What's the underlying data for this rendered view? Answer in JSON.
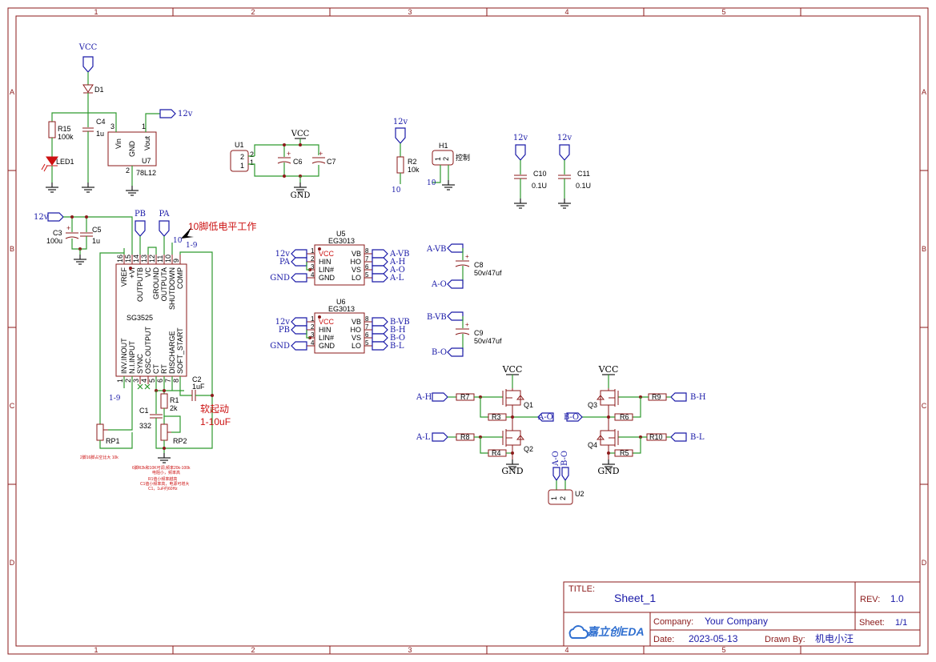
{
  "frame": {
    "columns": [
      "1",
      "2",
      "3",
      "4",
      "5"
    ],
    "rows": [
      "A",
      "B",
      "C",
      "D"
    ]
  },
  "title_block": {
    "title_label": "TITLE:",
    "title": "Sheet_1",
    "rev_label": "REV:",
    "rev": "1.0",
    "company_label": "Company:",
    "company": "Your Company",
    "sheet_label": "Sheet:",
    "sheet": "1/1",
    "date_label": "Date:",
    "date": "2023-05-13",
    "drawn_label": "Drawn By:",
    "drawn_by": "机电小汪",
    "logo_text": "嘉立创EDA"
  },
  "power": {
    "vcc": "VCC",
    "gnd": "GND",
    "v12": "12v"
  },
  "regulator": {
    "d1": "D1",
    "r15": "R15",
    "r15_val": "100k",
    "c4": "C4",
    "c4_val": "1u",
    "led": "LED1",
    "u7": "U7",
    "u7_val": "78L12",
    "pin_vin": "Vin",
    "pin_gnd": "GND",
    "pin_vout": "Vout",
    "p3": "3",
    "p2": "2",
    "p1": "1"
  },
  "connector_u1": {
    "ref": "U1",
    "p1": "1",
    "p2": "2",
    "c6": "C6",
    "c7": "C7"
  },
  "r2_block": {
    "net_top": "12v",
    "ref": "R2",
    "val": "10k",
    "net_bot": "10"
  },
  "h1_block": {
    "ref": "H1",
    "p1": "1",
    "p2": "2",
    "label": "控制",
    "net": "10"
  },
  "decoupling": {
    "c10": "C10",
    "c10_val": "0.1U",
    "c11": "C11",
    "c11_val": "0.1U"
  },
  "sg3525": {
    "ref": "SG3525",
    "top_pins": [
      "16",
      "15",
      "14",
      "13",
      "12",
      "11",
      "10",
      "9"
    ],
    "top_names": [
      "VREF",
      "+VI",
      "OUTPUTB",
      "VC",
      "GROUND",
      "OUTPUTA",
      "SHUTDOWN",
      "COMP"
    ],
    "bot_pins": [
      "1",
      "2",
      "3",
      "4",
      "5",
      "6",
      "7",
      "8"
    ],
    "bot_names": [
      "INV.INOUT",
      "N.I.INPUT",
      "SYNC",
      "OSC.OUTPUT",
      "CT",
      "RT",
      "DISCHARGE",
      "SOFT_START"
    ],
    "c3": "C3",
    "c3_val": "100u",
    "c5": "C5",
    "c5_val": "1u",
    "pb": "PB",
    "pa": "PA",
    "net10": "10",
    "net19a": "1-9",
    "net19b": "1-9",
    "note_pin10": "10脚低电平工作",
    "c2": "C2",
    "c2_val": "1uF",
    "softstart_1": "软起动",
    "softstart_2": "1-10uF",
    "r1": "R1",
    "r1_val": "2k",
    "c1": "C1",
    "c1_val": "332",
    "rp1": "RP1",
    "rp2": "RP2",
    "note_rp1": "2脚16脚占空比大 10k",
    "note_freq_1": "6脚R2k和10K可调,频率20k-100k",
    "note_freq_2": "电阻小，频率高",
    "note_freq_3": "R1值小频率越高",
    "note_freq_4": "C1值小频率高，电源可增大",
    "note_freq_5": "C1，1uF约60Hz"
  },
  "u5": {
    "ref": "U5",
    "part": "EG3013",
    "left_nets": [
      "12v",
      "PA",
      "",
      "GND"
    ],
    "left_pins": [
      "1",
      "2",
      "3",
      "4"
    ],
    "left_names": [
      "VCC",
      "HIN",
      "LIN#",
      "GND"
    ],
    "right_names": [
      "VB",
      "HO",
      "VS",
      "LO"
    ],
    "right_pins": [
      "8",
      "7",
      "6",
      "5"
    ],
    "right_nets": [
      "A-VB",
      "A-H",
      "A-O",
      "A-L"
    ]
  },
  "u6": {
    "ref": "U6",
    "part": "EG3013",
    "left_nets": [
      "12v",
      "PB",
      "",
      "GND"
    ],
    "left_pins": [
      "1",
      "2",
      "3",
      "4"
    ],
    "left_names": [
      "VCC",
      "HIN",
      "LIN#",
      "GND"
    ],
    "right_names": [
      "VB",
      "HO",
      "VS",
      "LO"
    ],
    "right_pins": [
      "8",
      "7",
      "6",
      "5"
    ],
    "right_nets": [
      "B-VB",
      "B-H",
      "B-O",
      "B-L"
    ]
  },
  "bootstrap": {
    "c8": "C8",
    "c8_val": "50v/47uf",
    "c8_top": "A-VB",
    "c8_bot": "A-O",
    "c9": "C9",
    "c9_val": "50v/47uf",
    "c9_top": "B-VB",
    "c9_bot": "B-O"
  },
  "bridge": {
    "a_h": "A-H",
    "a_l": "A-L",
    "a_o": "A-O",
    "b_h": "B-H",
    "b_l": "B-L",
    "b_o": "B-O",
    "r7": "R7",
    "r8": "R8",
    "r3": "R3",
    "r4": "R4",
    "r9": "R9",
    "r10": "R10",
    "r6": "R6",
    "r5": "R5",
    "q1": "Q1",
    "q2": "Q2",
    "q3": "Q3",
    "q4": "Q4",
    "u2": "U2",
    "u2_p1": "1",
    "u2_p2": "2",
    "u2_n1": "A-O",
    "u2_n2": "B-O"
  }
}
